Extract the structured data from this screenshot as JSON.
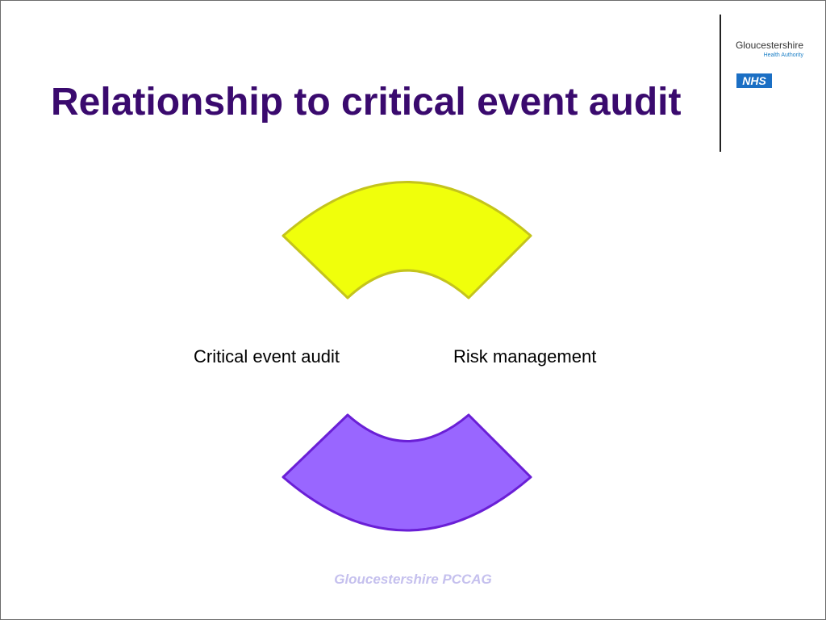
{
  "slide": {
    "title": "Relationship to critical event audit",
    "logo": {
      "organisation": "Gloucestershire",
      "subtitle": "Health Authority",
      "nhs_mark": "NHS",
      "nhs_color": "#1b6fc4"
    },
    "labels": {
      "left": "Critical event audit",
      "right": "Risk management"
    },
    "footer": "Gloucestershire PCCAG",
    "colors": {
      "title": "#3a0a6e",
      "top_shape_fill": "#f0ff0b",
      "top_shape_stroke": "#c4c41c",
      "bottom_shape_fill": "#9966ff",
      "bottom_shape_stroke": "#6a1fd6",
      "footer": "#c5c0ee"
    }
  }
}
